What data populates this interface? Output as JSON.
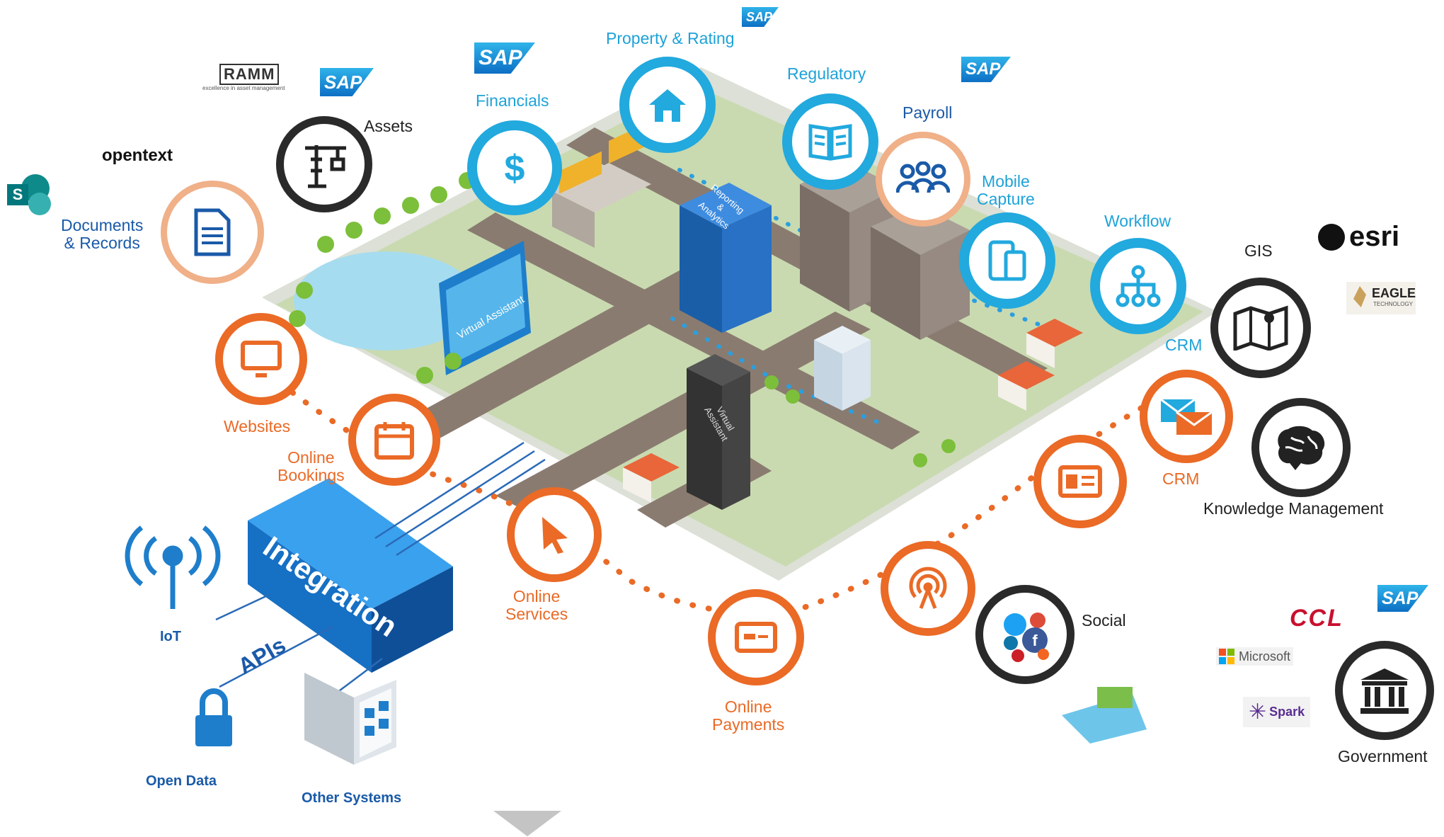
{
  "labels": {
    "property_rating": "Property & Rating",
    "regulatory": "Regulatory",
    "financials": "Financials",
    "payroll": "Payroll",
    "assets": "Assets",
    "mobile_capture": "Mobile\nCapture",
    "workflow": "Workflow",
    "gis": "GIS",
    "documents_records": "Documents\n& Records",
    "crm_upper": "CRM",
    "crm_lower": "CRM",
    "websites": "Websites",
    "online_bookings": "Online\nBookings",
    "knowledge_management": "Knowledge Management",
    "online_services": "Online\nServices",
    "online_payments": "Online\nPayments",
    "social": "Social",
    "government": "Government",
    "iot": "IoT",
    "open_data": "Open Data",
    "other_systems": "Other Systems",
    "integration": "Integration",
    "apis": "APIs",
    "reporting_analytics": "Reporting\n&\nAnalytics",
    "virtual_assistant_billboard": "Virtual Assistant",
    "virtual_assistant_tower": "Virtual\nAssistant"
  },
  "logos": {
    "ramm": "RAMM",
    "ramm_tagline": "excellence in asset management",
    "opentext": "opentext",
    "sap": "SAP",
    "esri": "esri",
    "eagle": "EAGLE",
    "eagle_sub": "TECHNOLOGY",
    "ccl": "CCL",
    "microsoft": "Microsoft",
    "spark": "Spark",
    "sharepoint": "S"
  },
  "colors": {
    "blue": "#22a9de",
    "orange": "#ea6a26",
    "peach": "#f0b088",
    "dark": "#2a2a2a",
    "navy": "#1a5aa8",
    "integration_blue": "#1670c4"
  },
  "icons": {
    "property_rating": "house-icon",
    "regulatory": "book-icon",
    "financials": "dollar-icon",
    "payroll": "people-icon",
    "assets": "crane-icon",
    "mobile_capture": "mobile-icon",
    "workflow": "workflow-icon",
    "gis": "map-icon",
    "documents_records": "document-icon",
    "crm_upper": "envelope-icon",
    "crm_lower": "id-card-icon",
    "websites": "monitor-icon",
    "online_bookings": "calendar-icon",
    "knowledge_management": "brain-icon",
    "online_services": "cursor-icon",
    "online_payments": "card-icon",
    "social": "social-icon",
    "broadcast": "broadcast-icon",
    "government": "building-icon"
  }
}
